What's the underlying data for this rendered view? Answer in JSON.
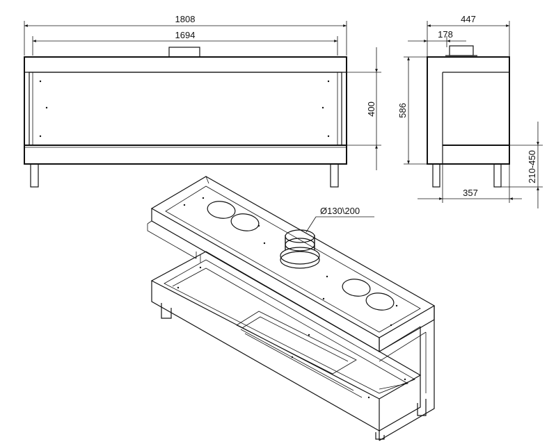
{
  "front_view": {
    "overall_width": "1808",
    "inner_width": "1694",
    "glass_height": "400"
  },
  "side_view": {
    "depth": "447",
    "flue_offset": "178",
    "total_height": "586",
    "leg_height": "210-450",
    "leg_depth": "357"
  },
  "iso_view": {
    "flue_diameter": "Ø130\\200"
  },
  "colors": {
    "line": "#111111",
    "background": "#ffffff"
  }
}
